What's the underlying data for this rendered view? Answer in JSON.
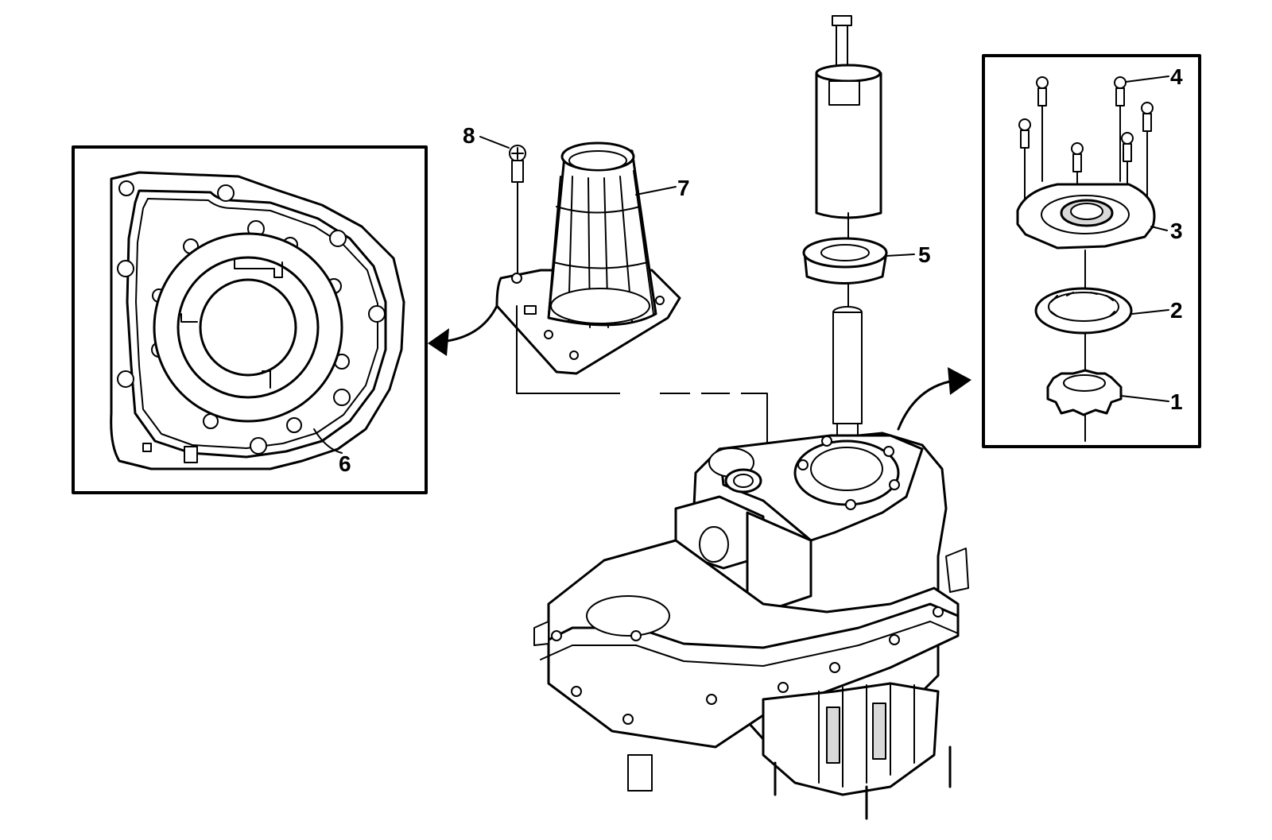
{
  "callouts": {
    "c1": "1",
    "c2": "2",
    "c3": "3",
    "c4": "4",
    "c5": "5",
    "c6": "6",
    "c7": "7",
    "c8": "8"
  },
  "colors": {
    "ink": "#000000",
    "paper": "#ffffff",
    "knurl": "#9a9a9a"
  }
}
